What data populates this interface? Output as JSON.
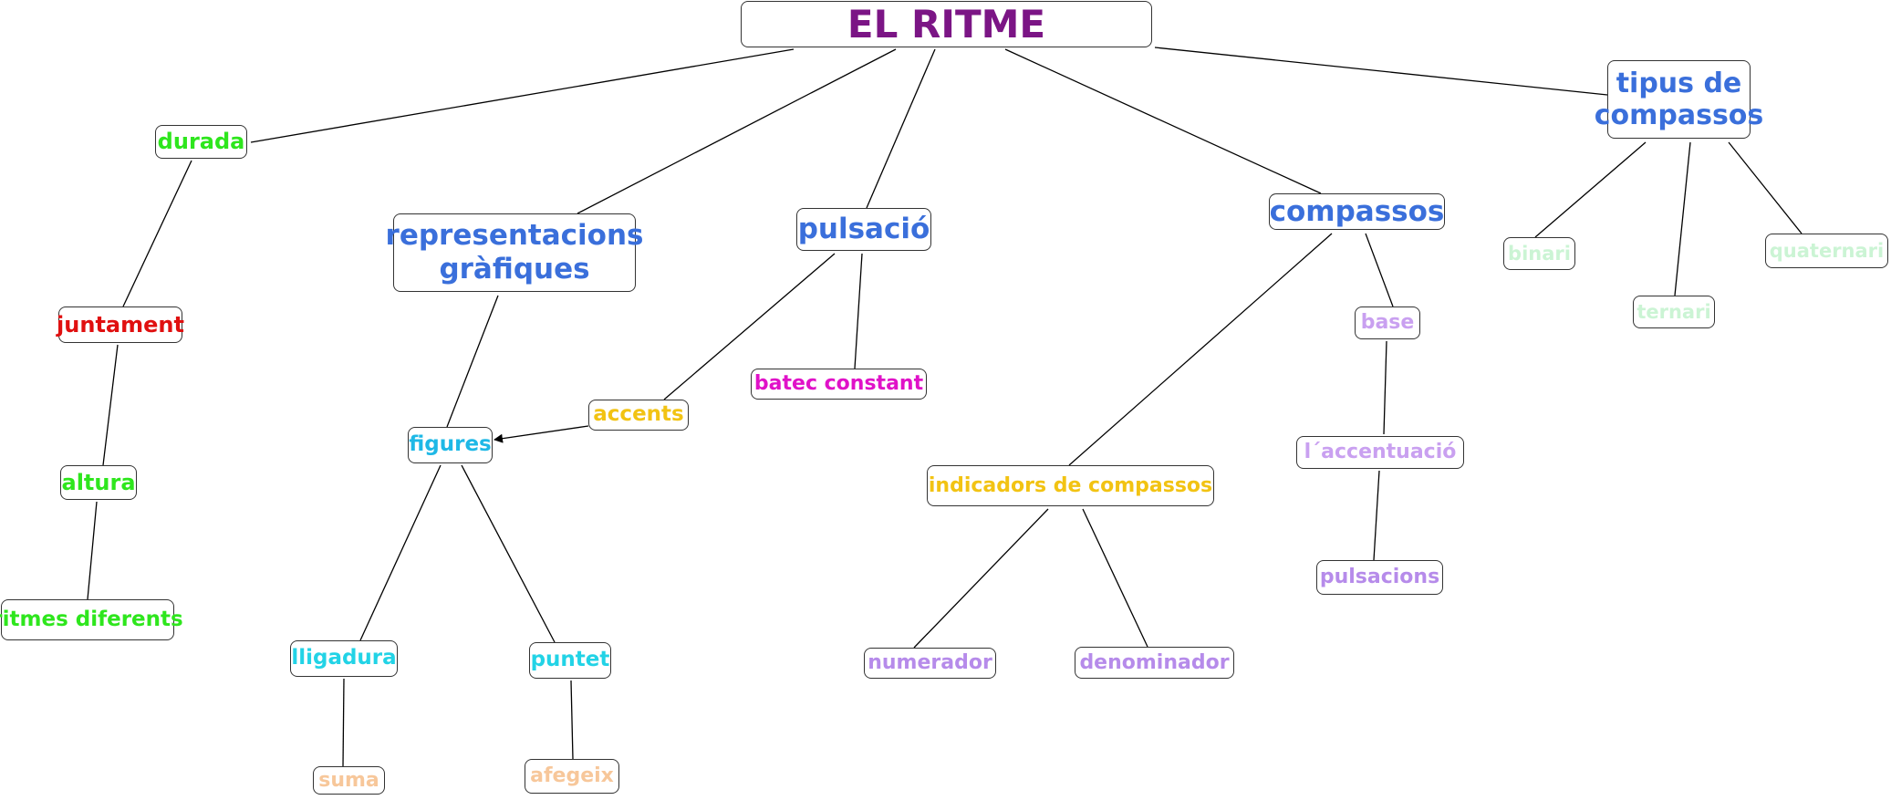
{
  "map": {
    "root": {
      "label": "EL RITME",
      "color": "#7B1585"
    },
    "durada": {
      "label": "durada",
      "color": "#2EE61D"
    },
    "juntament": {
      "label": "juntament",
      "color": "#E01010"
    },
    "altura": {
      "label": "altura",
      "color": "#2EE61D"
    },
    "ritmes_diferents": {
      "label": "ritmes diferents",
      "color": "#2EE61D"
    },
    "representacions": {
      "line1": "representacions",
      "line2": "gràfiques",
      "color": "#3A6FDB"
    },
    "figures": {
      "label": "figures",
      "color": "#1EB8E6"
    },
    "lligadura": {
      "label": "lligadura",
      "color": "#22D3E6"
    },
    "puntet": {
      "label": "puntet",
      "color": "#22D3E6"
    },
    "suma": {
      "label": "suma",
      "color": "#F7C79A"
    },
    "afegeix": {
      "label": "afegeix",
      "color": "#F7C79A"
    },
    "pulsacio": {
      "label": "pulsació",
      "color": "#3A6FDB"
    },
    "accents": {
      "label": "accents",
      "color": "#F2C313"
    },
    "batec_constant": {
      "label": "batec constant",
      "color": "#E012C8"
    },
    "compassos": {
      "label": "compassos",
      "color": "#3A6FDB"
    },
    "indicadors": {
      "label": "indicadors de compassos",
      "color": "#F2C313"
    },
    "numerador": {
      "label": "numerador",
      "color": "#B68BEA"
    },
    "denominador": {
      "label": "denominador",
      "color": "#B68BEA"
    },
    "base": {
      "label": "base",
      "color": "#C9A0F0"
    },
    "accentuacio": {
      "label": "l´accentuació",
      "color": "#C9A0F0"
    },
    "pulsacions": {
      "label": "pulsacions",
      "color": "#B68BEA"
    },
    "tipus": {
      "line1": "tipus de",
      "line2": "compassos",
      "color": "#3A6FDB"
    },
    "binari": {
      "label": "binari",
      "color": "#CBF4D4"
    },
    "ternari": {
      "label": "ternari",
      "color": "#CBF4D4"
    },
    "quaternari": {
      "label": "quaternari",
      "color": "#CBF4D4"
    }
  }
}
